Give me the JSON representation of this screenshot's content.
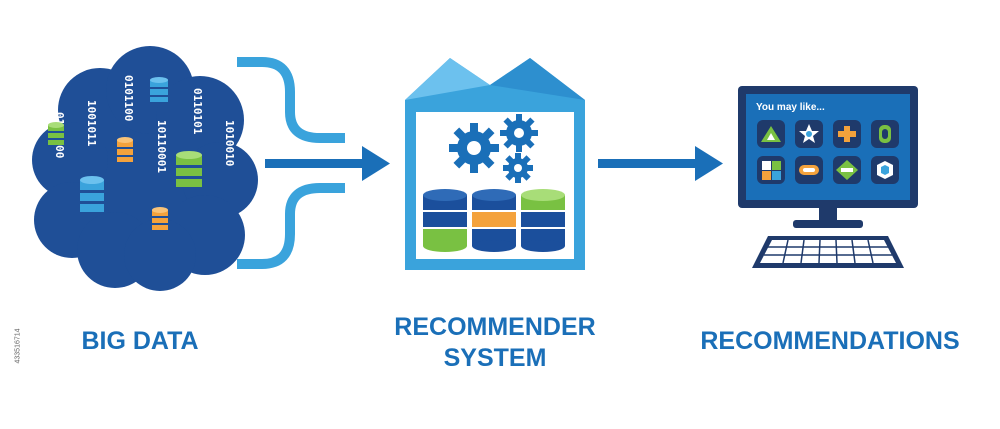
{
  "labels": {
    "big_data": "BIG DATA",
    "recommender_line1": "RECOMMENDER",
    "recommender_line2": "SYSTEM",
    "recommendations": "RECOMMENDATIONS"
  },
  "screen": {
    "caption": "You may like..."
  },
  "binary_columns": [
    "0110100",
    "1001011",
    "0101100",
    "10110001",
    "0110101",
    "1010010"
  ],
  "stock_id": "433516714",
  "colors": {
    "brand_blue": "#1a6fb8",
    "dark_blue": "#1b4f9c",
    "light_blue": "#3aa3dc",
    "green": "#79c142",
    "orange": "#f4a23c"
  }
}
